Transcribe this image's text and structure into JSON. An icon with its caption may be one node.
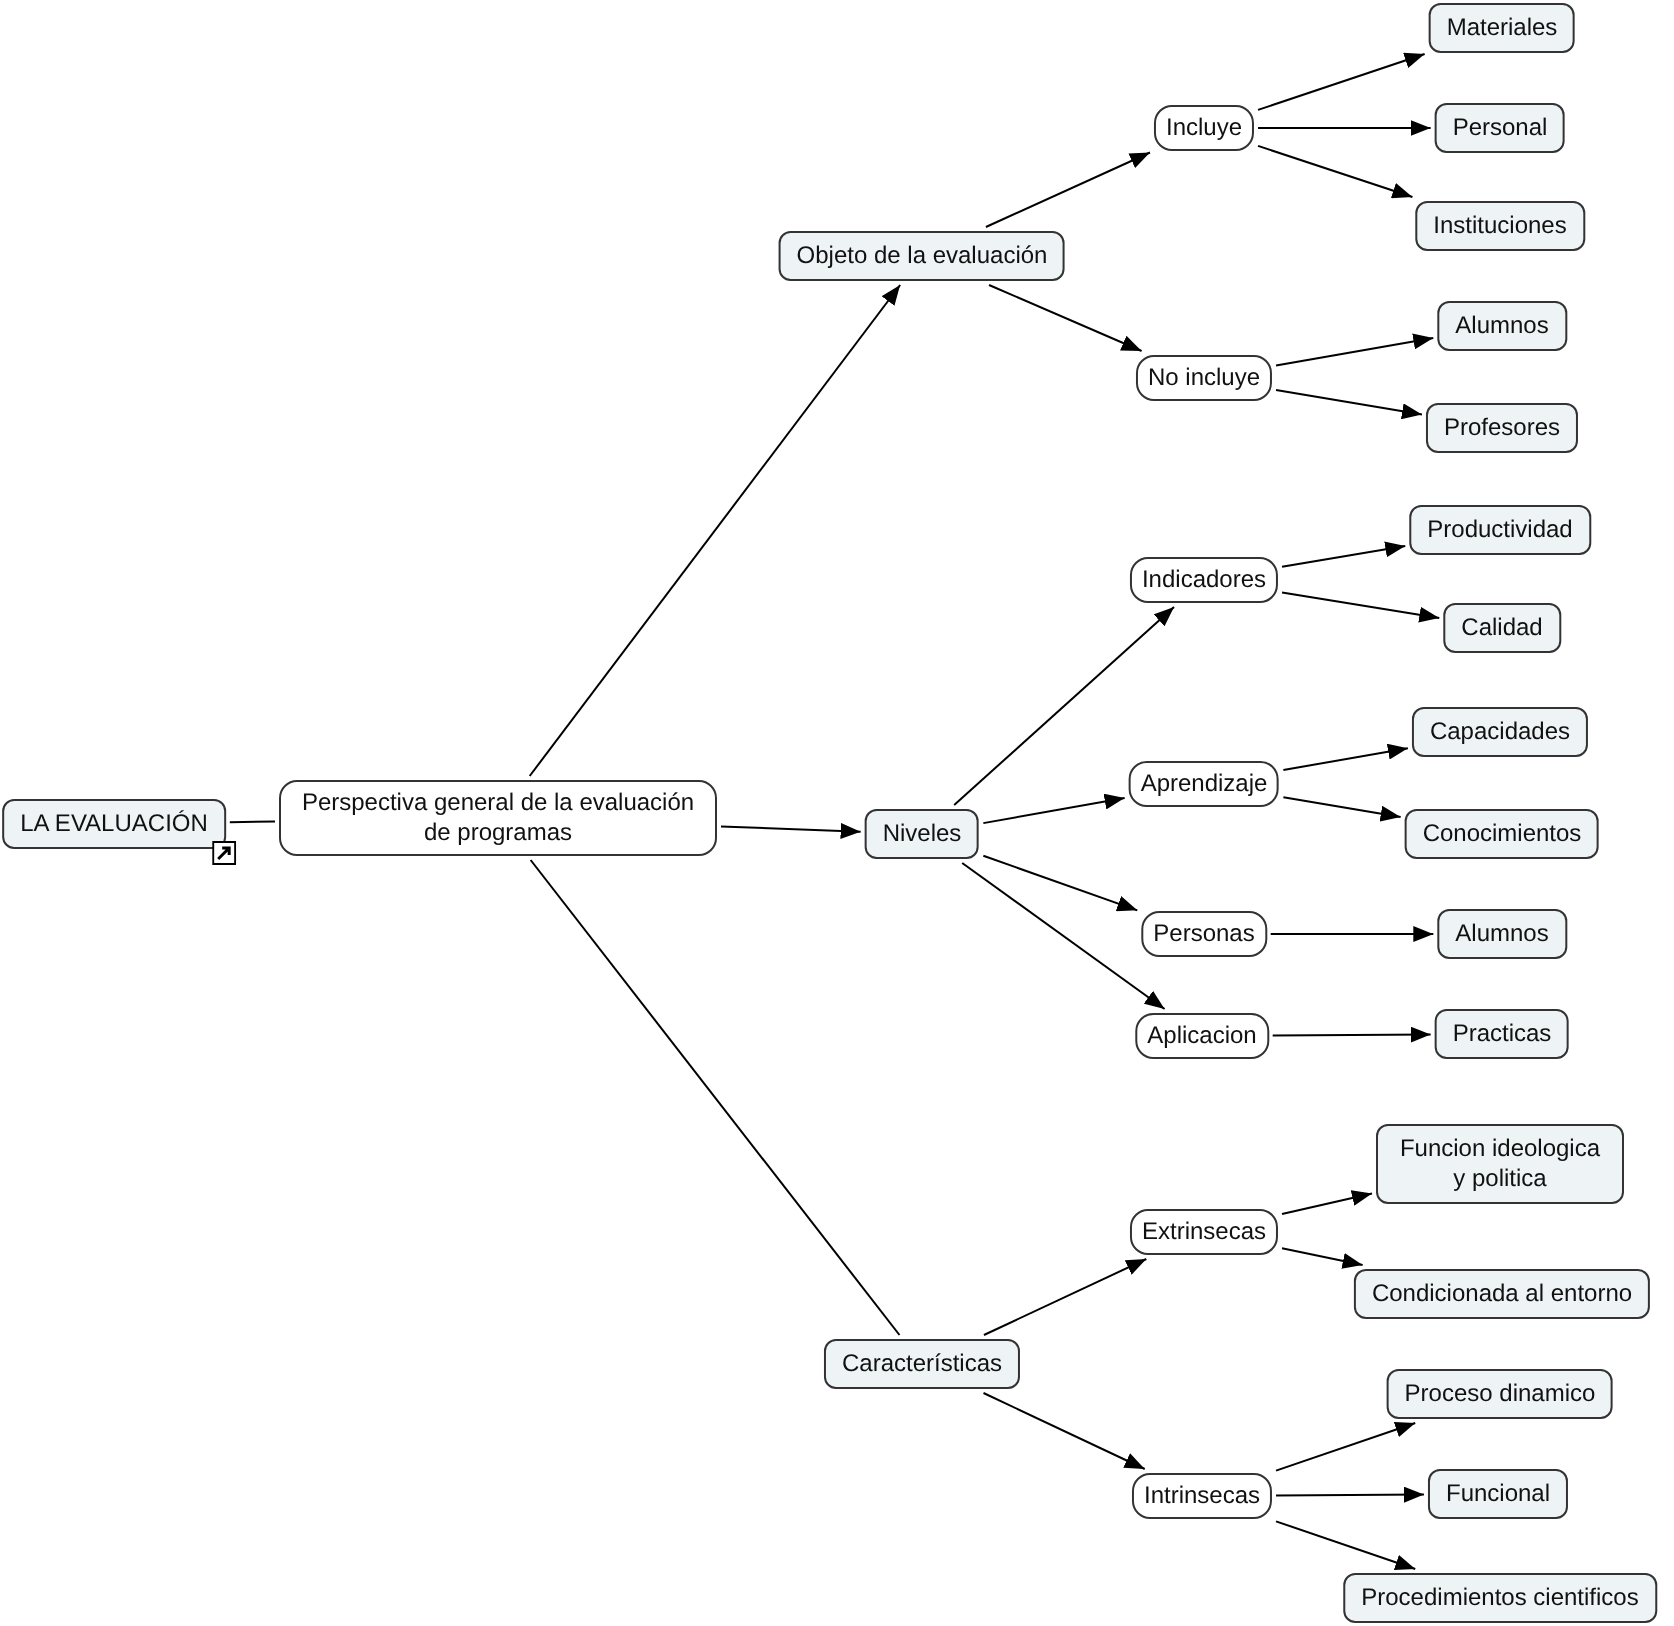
{
  "diagram": {
    "nodes": [
      {
        "text": [
          "LA EVALUACIÓN"
        ]
      },
      {
        "text": [
          "Perspectiva general de la evaluación de programas"
        ]
      },
      {
        "text": [
          "Objeto de la evaluación"
        ]
      },
      {
        "text": [
          "Incluye"
        ]
      },
      {
        "text": [
          "Materiales"
        ]
      },
      {
        "text": [
          "Personal"
        ]
      },
      {
        "text": [
          "Instituciones"
        ]
      },
      {
        "text": [
          "No incluye"
        ]
      },
      {
        "text": [
          "Alumnos"
        ]
      },
      {
        "text": [
          "Profesores"
        ]
      },
      {
        "text": [
          "Niveles"
        ]
      },
      {
        "text": [
          "Indicadores"
        ]
      },
      {
        "text": [
          "Productividad"
        ]
      },
      {
        "text": [
          "Calidad"
        ]
      },
      {
        "text": [
          "Aprendizaje"
        ]
      },
      {
        "text": [
          "Capacidades"
        ]
      },
      {
        "text": [
          "Conocimientos"
        ]
      },
      {
        "text": [
          "Personas"
        ]
      },
      {
        "text": [
          "Alumnos"
        ]
      },
      {
        "text": [
          "Aplicacion"
        ]
      },
      {
        "text": [
          "Practicas"
        ]
      },
      {
        "text": [
          "Características"
        ]
      },
      {
        "text": [
          "Extrinsecas"
        ]
      },
      {
        "text": [
          "Funcion ideologica y politica"
        ]
      },
      {
        "text": [
          "Condicionada al entorno"
        ]
      },
      {
        "text": [
          "Intrinsecas"
        ]
      },
      {
        "text": [
          "Proceso dinamico"
        ]
      },
      {
        "text": [
          "Funcional"
        ]
      },
      {
        "text": [
          "Procedimientos cientificos"
        ]
      }
    ],
    "edges": [
      {
        "from": 0,
        "to": 1,
        "arrow": "none"
      },
      {
        "from": 1,
        "to": 2,
        "arrow": "to"
      },
      {
        "from": 1,
        "to": 10,
        "arrow": "to"
      },
      {
        "from": 1,
        "to": 21,
        "arrow": "none"
      },
      {
        "from": 2,
        "to": 3,
        "arrow": "to"
      },
      {
        "from": 2,
        "to": 7,
        "arrow": "to"
      },
      {
        "from": 3,
        "to": 4,
        "arrow": "to"
      },
      {
        "from": 3,
        "to": 5,
        "arrow": "to"
      },
      {
        "from": 3,
        "to": 6,
        "arrow": "to"
      },
      {
        "from": 7,
        "to": 8,
        "arrow": "to"
      },
      {
        "from": 7,
        "to": 9,
        "arrow": "to"
      },
      {
        "from": 10,
        "to": 11,
        "arrow": "to"
      },
      {
        "from": 10,
        "to": 14,
        "arrow": "to"
      },
      {
        "from": 10,
        "to": 17,
        "arrow": "to"
      },
      {
        "from": 10,
        "to": 19,
        "arrow": "to"
      },
      {
        "from": 11,
        "to": 12,
        "arrow": "to"
      },
      {
        "from": 11,
        "to": 13,
        "arrow": "to"
      },
      {
        "from": 14,
        "to": 15,
        "arrow": "to"
      },
      {
        "from": 14,
        "to": 16,
        "arrow": "to"
      },
      {
        "from": 17,
        "to": 18,
        "arrow": "to"
      },
      {
        "from": 19,
        "to": 20,
        "arrow": "to"
      },
      {
        "from": 21,
        "to": 22,
        "arrow": "to"
      },
      {
        "from": 21,
        "to": 25,
        "arrow": "to"
      },
      {
        "from": 22,
        "to": 23,
        "arrow": "to"
      },
      {
        "from": 22,
        "to": 24,
        "arrow": "to"
      },
      {
        "from": 25,
        "to": 26,
        "arrow": "to"
      },
      {
        "from": 25,
        "to": 27,
        "arrow": "to"
      },
      {
        "from": 25,
        "to": 28,
        "arrow": "to"
      }
    ]
  }
}
